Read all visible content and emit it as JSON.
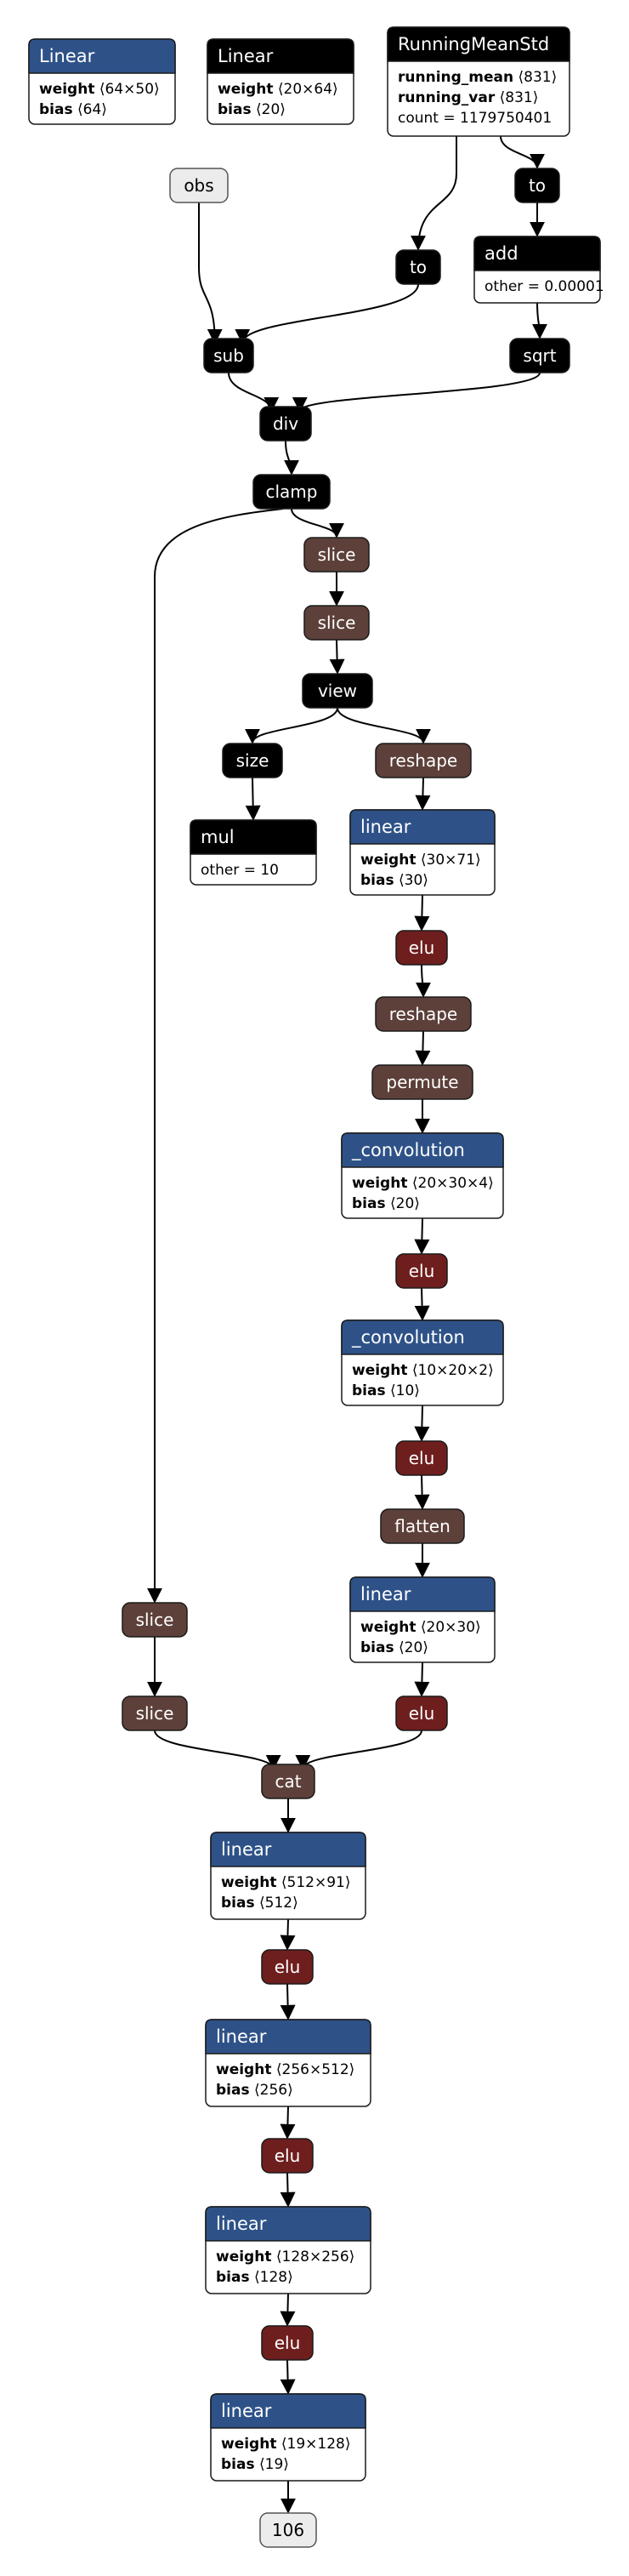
{
  "colors": {
    "linear": "#2e5288",
    "op": "#000000",
    "tensor_op": "#5d403a",
    "activation": "#6f1e1e",
    "io_fill": "#ececec",
    "io_border": "#555555",
    "box_border": "#1a1a1a",
    "edge": "#000000",
    "text_light": "#ffffff",
    "text_dark": "#000000"
  },
  "modules": [
    {
      "id": "m_lin1",
      "title": "Linear",
      "kind": "linear",
      "rows": [
        {
          "label": "weight",
          "value": "⟨64×50⟩"
        },
        {
          "label": "bias",
          "value": "⟨64⟩"
        }
      ]
    },
    {
      "id": "m_lin2",
      "title": "Linear",
      "kind": "op",
      "rows": [
        {
          "label": "weight",
          "value": "⟨20×64⟩"
        },
        {
          "label": "bias",
          "value": "⟨20⟩"
        }
      ]
    },
    {
      "id": "m_rms",
      "title": "RunningMeanStd",
      "kind": "op",
      "rows": [
        {
          "label": "running_mean",
          "value": "⟨831⟩"
        },
        {
          "label": "running_var",
          "value": "⟨831⟩"
        },
        {
          "label": "",
          "value": "count = 1179750401"
        }
      ]
    },
    {
      "id": "m_add",
      "title": "add",
      "kind": "op",
      "rows": [
        {
          "label": "",
          "value": "other = 0.00001"
        }
      ]
    },
    {
      "id": "m_mul",
      "title": "mul",
      "kind": "op",
      "rows": [
        {
          "label": "",
          "value": "other = 10"
        }
      ]
    },
    {
      "id": "m_l3",
      "title": "linear",
      "kind": "linear",
      "rows": [
        {
          "label": "weight",
          "value": "⟨30×71⟩"
        },
        {
          "label": "bias",
          "value": "⟨30⟩"
        }
      ]
    },
    {
      "id": "m_c1",
      "title": "_convolution",
      "kind": "linear",
      "rows": [
        {
          "label": "weight",
          "value": "⟨20×30×4⟩"
        },
        {
          "label": "bias",
          "value": "⟨20⟩"
        }
      ]
    },
    {
      "id": "m_c2",
      "title": "_convolution",
      "kind": "linear",
      "rows": [
        {
          "label": "weight",
          "value": "⟨10×20×2⟩"
        },
        {
          "label": "bias",
          "value": "⟨10⟩"
        }
      ]
    },
    {
      "id": "m_l4",
      "title": "linear",
      "kind": "linear",
      "rows": [
        {
          "label": "weight",
          "value": "⟨20×30⟩"
        },
        {
          "label": "bias",
          "value": "⟨20⟩"
        }
      ]
    },
    {
      "id": "m_l5",
      "title": "linear",
      "kind": "linear",
      "rows": [
        {
          "label": "weight",
          "value": "⟨512×91⟩"
        },
        {
          "label": "bias",
          "value": "⟨512⟩"
        }
      ]
    },
    {
      "id": "m_l6",
      "title": "linear",
      "kind": "linear",
      "rows": [
        {
          "label": "weight",
          "value": "⟨256×512⟩"
        },
        {
          "label": "bias",
          "value": "⟨256⟩"
        }
      ]
    },
    {
      "id": "m_l7",
      "title": "linear",
      "kind": "linear",
      "rows": [
        {
          "label": "weight",
          "value": "⟨128×256⟩"
        },
        {
          "label": "bias",
          "value": "⟨128⟩"
        }
      ]
    },
    {
      "id": "m_l8",
      "title": "linear",
      "kind": "linear",
      "rows": [
        {
          "label": "weight",
          "value": "⟨19×128⟩"
        },
        {
          "label": "bias",
          "value": "⟨19⟩"
        }
      ]
    }
  ],
  "nodes": [
    {
      "id": "n_obs",
      "label": "obs",
      "kind": "io"
    },
    {
      "id": "n_to1",
      "label": "to",
      "kind": "op"
    },
    {
      "id": "n_to2",
      "label": "to",
      "kind": "op"
    },
    {
      "id": "n_sub",
      "label": "sub",
      "kind": "op"
    },
    {
      "id": "n_sqrt",
      "label": "sqrt",
      "kind": "op"
    },
    {
      "id": "n_div",
      "label": "div",
      "kind": "op"
    },
    {
      "id": "n_clamp",
      "label": "clamp",
      "kind": "op"
    },
    {
      "id": "n_slice1",
      "label": "slice",
      "kind": "tensor_op"
    },
    {
      "id": "n_slice2",
      "label": "slice",
      "kind": "tensor_op"
    },
    {
      "id": "n_view",
      "label": "view",
      "kind": "op"
    },
    {
      "id": "n_size",
      "label": "size",
      "kind": "op"
    },
    {
      "id": "n_reshape1",
      "label": "reshape",
      "kind": "tensor_op"
    },
    {
      "id": "n_elu1",
      "label": "elu",
      "kind": "activation"
    },
    {
      "id": "n_reshape2",
      "label": "reshape",
      "kind": "tensor_op"
    },
    {
      "id": "n_permute",
      "label": "permute",
      "kind": "tensor_op"
    },
    {
      "id": "n_elu2",
      "label": "elu",
      "kind": "activation"
    },
    {
      "id": "n_elu3",
      "label": "elu",
      "kind": "activation"
    },
    {
      "id": "n_flatten",
      "label": "flatten",
      "kind": "tensor_op"
    },
    {
      "id": "n_slice3",
      "label": "slice",
      "kind": "tensor_op"
    },
    {
      "id": "n_slice4",
      "label": "slice",
      "kind": "tensor_op"
    },
    {
      "id": "n_elu4",
      "label": "elu",
      "kind": "activation"
    },
    {
      "id": "n_cat",
      "label": "cat",
      "kind": "tensor_op"
    },
    {
      "id": "n_elu5",
      "label": "elu",
      "kind": "activation"
    },
    {
      "id": "n_elu6",
      "label": "elu",
      "kind": "activation"
    },
    {
      "id": "n_elu7",
      "label": "elu",
      "kind": "activation"
    },
    {
      "id": "n_out",
      "label": "106",
      "kind": "io"
    }
  ],
  "edges": [
    [
      "m_rms",
      "n_to1"
    ],
    [
      "m_rms",
      "n_to2"
    ],
    [
      "n_to2",
      "m_add"
    ],
    [
      "n_obs",
      "n_sub"
    ],
    [
      "n_to1",
      "n_sub"
    ],
    [
      "m_add",
      "n_sqrt"
    ],
    [
      "n_sub",
      "n_div"
    ],
    [
      "n_sqrt",
      "n_div"
    ],
    [
      "n_div",
      "n_clamp"
    ],
    [
      "n_clamp",
      "n_slice1"
    ],
    [
      "n_clamp",
      "n_slice3"
    ],
    [
      "n_slice1",
      "n_slice2"
    ],
    [
      "n_slice2",
      "n_view"
    ],
    [
      "n_view",
      "n_size"
    ],
    [
      "n_view",
      "n_reshape1"
    ],
    [
      "n_size",
      "m_mul"
    ],
    [
      "n_reshape1",
      "m_l3"
    ],
    [
      "m_l3",
      "n_elu1"
    ],
    [
      "n_elu1",
      "n_reshape2"
    ],
    [
      "n_reshape2",
      "n_permute"
    ],
    [
      "n_permute",
      "m_c1"
    ],
    [
      "m_c1",
      "n_elu2"
    ],
    [
      "n_elu2",
      "m_c2"
    ],
    [
      "m_c2",
      "n_elu3"
    ],
    [
      "n_elu3",
      "n_flatten"
    ],
    [
      "n_flatten",
      "m_l4"
    ],
    [
      "m_l4",
      "n_elu4"
    ],
    [
      "n_slice3",
      "n_slice4"
    ],
    [
      "n_slice4",
      "n_cat"
    ],
    [
      "n_elu4",
      "n_cat"
    ],
    [
      "n_cat",
      "m_l5"
    ],
    [
      "m_l5",
      "n_elu5"
    ],
    [
      "n_elu5",
      "m_l6"
    ],
    [
      "m_l6",
      "n_elu6"
    ],
    [
      "n_elu6",
      "m_l7"
    ],
    [
      "m_l7",
      "n_elu7"
    ],
    [
      "n_elu7",
      "m_l8"
    ],
    [
      "m_l8",
      "n_out"
    ]
  ]
}
